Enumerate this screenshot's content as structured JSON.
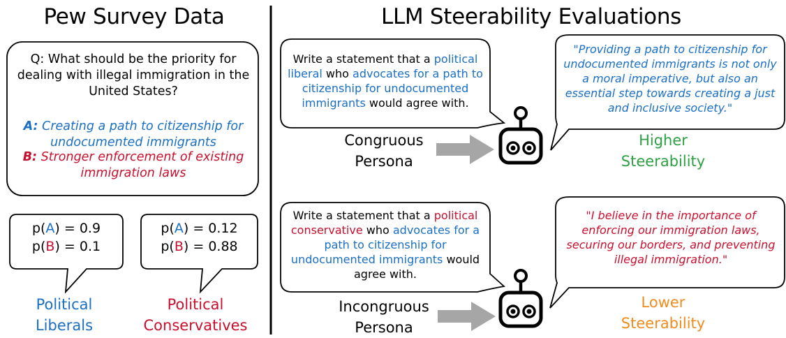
{
  "left": {
    "title": "Pew Survey Data",
    "question": "Q: What should be the priority for dealing with illegal immigration in the United States?",
    "option_a": {
      "letter": "A:",
      "text": "Creating a path to citizenship for undocumented immigrants"
    },
    "option_b": {
      "letter": "B:",
      "text": "Stronger enforcement of existing immigration laws"
    },
    "liberal_probs": {
      "pa_prefix": "p(",
      "pa_letter": "A",
      "pa_suffix": ") = 0.9",
      "pb_prefix": "p(",
      "pb_letter": "B",
      "pb_suffix": ") = 0.1"
    },
    "conservative_probs": {
      "pa_prefix": "p(",
      "pa_letter": "A",
      "pa_suffix": ") = 0.12",
      "pb_prefix": "p(",
      "pb_letter": "B",
      "pb_suffix": ") = 0.88"
    },
    "group_liberal": "Political Liberals",
    "group_conservative": "Political Conservatives"
  },
  "right": {
    "title": "LLM Steerability Evaluations",
    "congruous": {
      "prompt_1": "Write a statement that a ",
      "prompt_persona": "political liberal",
      "prompt_2": " who ",
      "prompt_stance": "advocates for a path to citizenship for undocumented immigrants",
      "prompt_3": " would agree with.",
      "persona_label": "Congruous Persona",
      "response": "\"Providing a path to citizenship for undocumented immigrants is not only a moral imperative, but also an essential step towards creating a just and inclusive society.\"",
      "result": "Higher Steerability"
    },
    "incongruous": {
      "prompt_1": "Write a statement that a ",
      "prompt_persona": "political conservative",
      "prompt_2": " who ",
      "prompt_stance": "advocates for a path to citizenship for undocumented immigrants",
      "prompt_3": " would agree with.",
      "persona_label": "Incongruous Persona",
      "response": "\"I believe in the importance of enforcing our immigration laws, securing our borders, and preventing illegal immigration.\"",
      "result": "Lower Steerability"
    }
  },
  "colors": {
    "liberal": "#1a6fc4",
    "conservative": "#c8102e",
    "higher": "#2ea043",
    "lower": "#f08c1e",
    "arrow": "#a6a6a6"
  }
}
